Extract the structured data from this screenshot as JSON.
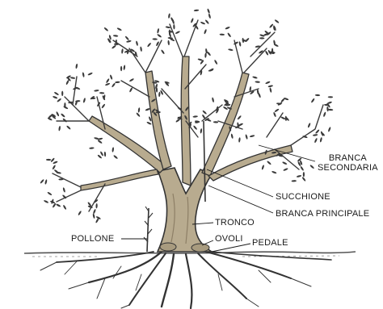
{
  "labels": {
    "branca_secondaria_line1": "BRANCA",
    "branca_secondaria_line2": "SECONDARIA",
    "succhione": "SUCCHIONE",
    "branca_principale": "BRANCA PRINCIPALE",
    "tronco": "TRONCO",
    "ovoli": "OVOLI",
    "pedale": "PEDALE",
    "pollone": "POLLONE"
  },
  "colors": {
    "ink": "#1a1a1a",
    "trunk": "#b8ab8f",
    "trunk_shade": "#8d7f66",
    "foliage": "#3a3a3a",
    "ground": "#555555"
  }
}
